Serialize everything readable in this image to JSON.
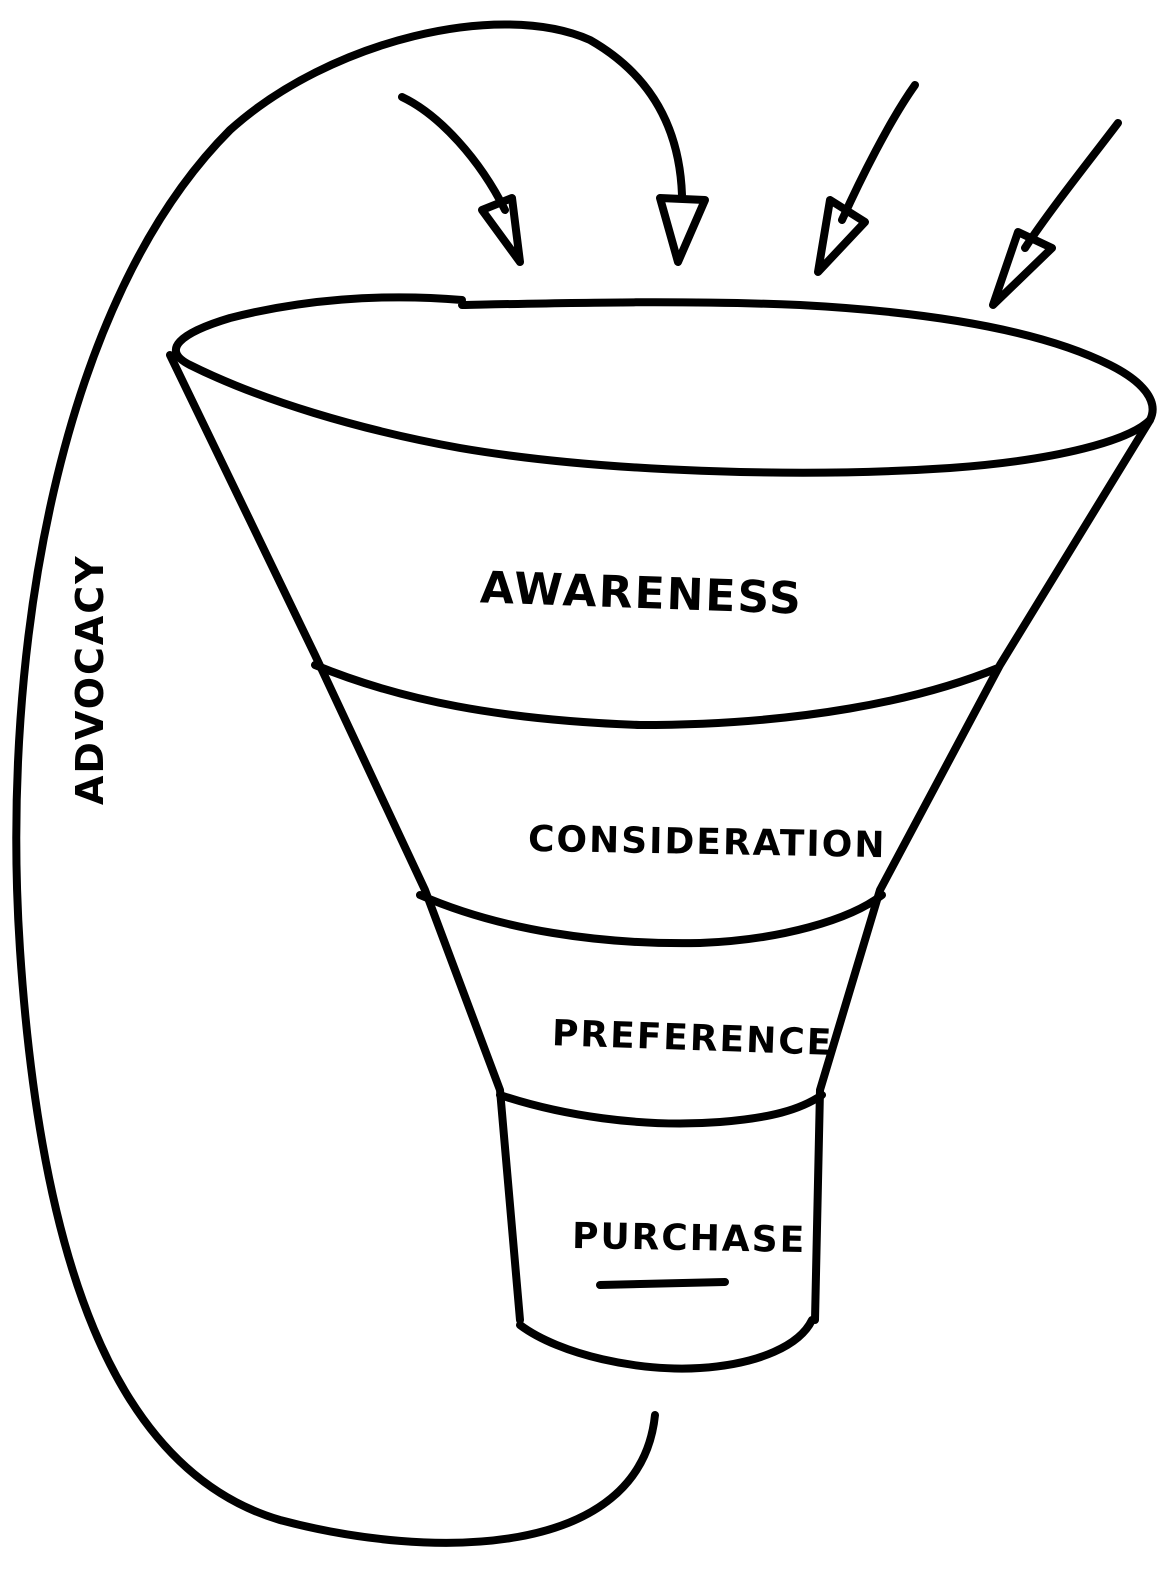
{
  "diagram": {
    "stages": [
      {
        "label": "Awareness"
      },
      {
        "label": "Consideration"
      },
      {
        "label": "Preference"
      },
      {
        "label": "Purchase"
      }
    ],
    "loop_label": "Advocacy",
    "colors": {
      "ink": "#000000",
      "background": "#ffffff"
    }
  }
}
